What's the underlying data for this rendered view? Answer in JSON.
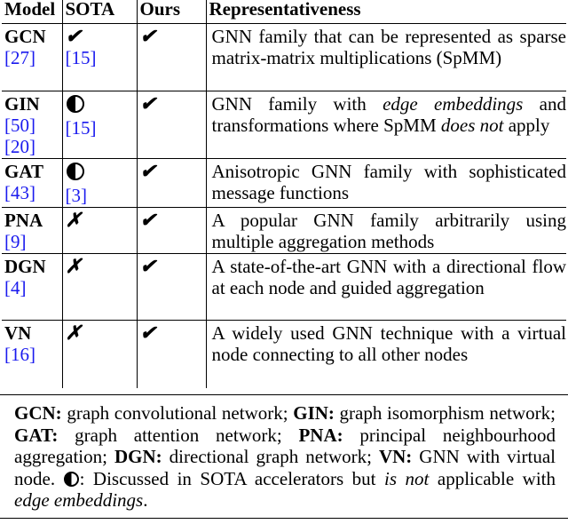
{
  "table": {
    "headers": [
      "Model",
      "SOTA",
      "Ours",
      "Representativeness"
    ],
    "rows": [
      {
        "model": "GCN",
        "cite": "[27]",
        "sota": "✔",
        "sota_cite": "[15]",
        "ours": "✔",
        "desc": "GNN family that can be represented as sparse matrix-matrix multiplications (SpMM)"
      },
      {
        "model": "GIN",
        "cite": "[50]",
        "cite2": "[20]",
        "sota_icon": "half-circle-icon",
        "sota_cite": "[15]",
        "ours": "✔",
        "desc_parts": [
          "GNN family with ",
          "edge embeddings",
          " and transformations where SpMM ",
          "does not",
          " apply"
        ]
      },
      {
        "model": "GAT",
        "cite": "[43]",
        "sota_icon": "half-circle-icon",
        "sota_cite": "[3]",
        "ours": "✔",
        "desc": "Anisotropic GNN family with sophisticated message functions"
      },
      {
        "model": "PNA",
        "cite": "[9]",
        "sota": "✗",
        "ours": "✔",
        "desc": "A popular GNN family arbitrarily using multiple aggregation methods"
      },
      {
        "model": "DGN",
        "cite": "[4]",
        "sota": "✗",
        "ours": "✔",
        "desc": "A state-of-the-art GNN with a directional flow at each node and guided aggregation"
      },
      {
        "model": "VN",
        "cite": "[16]",
        "sota": "✗",
        "ours": "✔",
        "desc": "A widely used GNN technique with a virtual node connecting to all other nodes"
      }
    ]
  },
  "legend": {
    "gcn_term": "GCN:",
    "gcn_def": " graph convolutional network; ",
    "gin_term": "GIN:",
    "gin_def": " graph isomorphism network; ",
    "gat_term": "GAT:",
    "gat_def": " graph attention network; ",
    "pna_term": "PNA:",
    "pna_def": " principal neighbourhood aggregation; ",
    "dgn_term": "DGN:",
    "dgn_def": " directional graph network; ",
    "vn_term": "VN:",
    "vn_def": " GNN with virtual node. ",
    "icon": "half-circle-icon",
    "half_text_1": ": Discussed in SOTA accelerators but ",
    "half_emph": "is not",
    "half_text_2": " applicable with ",
    "half_emph2": "edge embeddings",
    "half_end": "."
  },
  "colors": {
    "citation": "#1a1aee",
    "text": "#000000"
  }
}
